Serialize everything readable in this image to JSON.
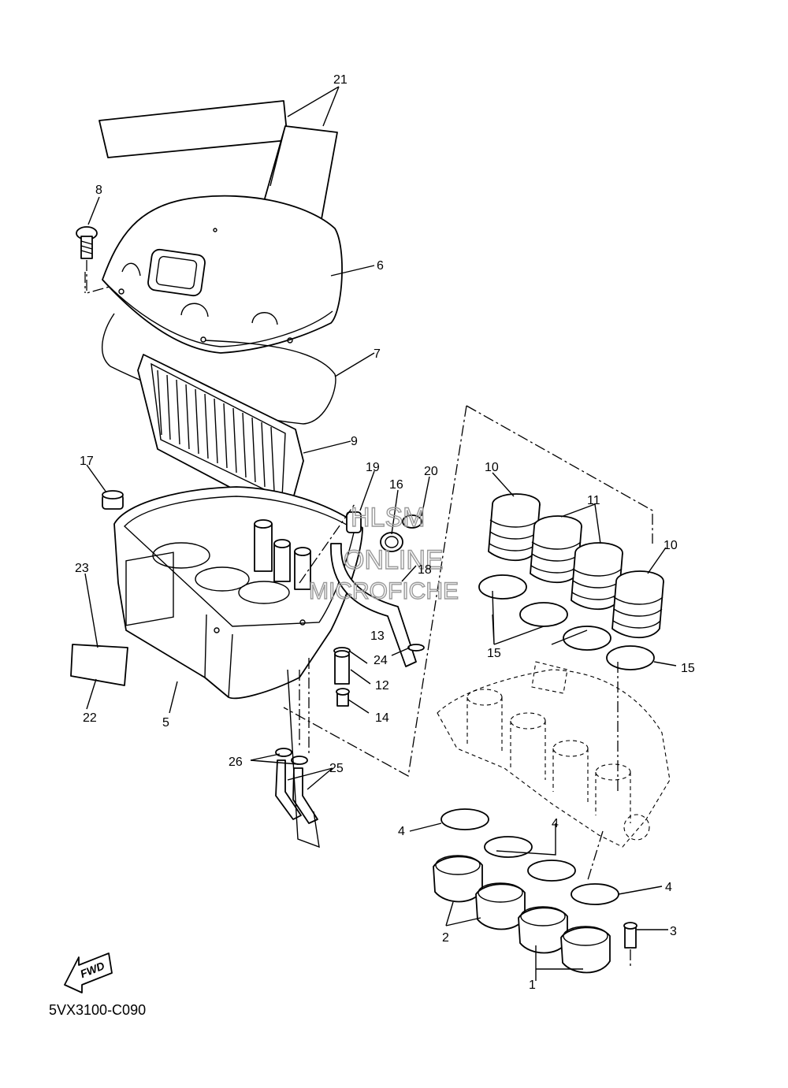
{
  "diagram": {
    "code": "5VX3100-C090",
    "fwd_label": "FWD",
    "watermark": [
      "HLSM",
      "ONLINE",
      "MICROFICHE"
    ],
    "callouts": {
      "c1": "1",
      "c2": "2",
      "c3": "3",
      "c4a": "4",
      "c4b": "4",
      "c4c": "4",
      "c5": "5",
      "c6": "6",
      "c7": "7",
      "c8": "8",
      "c9": "9",
      "c10a": "10",
      "c10b": "10",
      "c11": "11",
      "c12": "12",
      "c13": "13",
      "c14": "14",
      "c15a": "15",
      "c15b": "15",
      "c16": "16",
      "c17": "17",
      "c18": "18",
      "c19": "19",
      "c20": "20",
      "c21": "21",
      "c22": "22",
      "c23": "23",
      "c24": "24",
      "c25": "25",
      "c26": "26"
    }
  }
}
